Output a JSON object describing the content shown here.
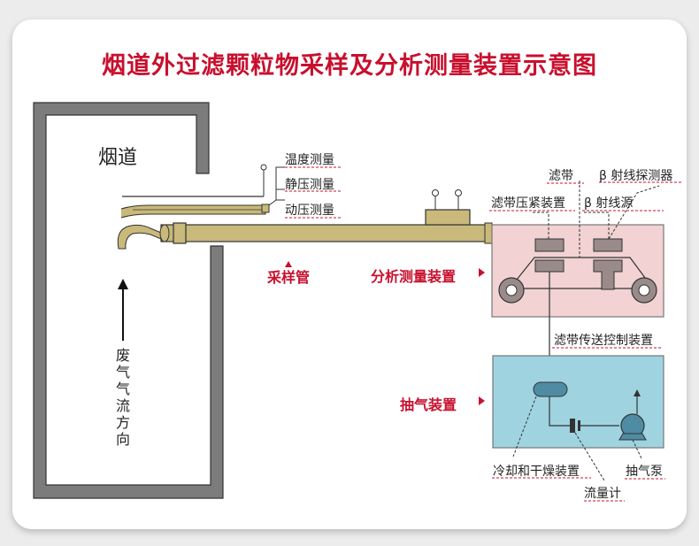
{
  "title": "烟道外过滤颗粒物采样及分析测量装置示意图",
  "flue": {
    "label": "烟道",
    "flow_label": "废气气流方向"
  },
  "probe_labels": {
    "temperature": "温度测量",
    "static_pressure": "静压测量",
    "dynamic_pressure": "动压测量"
  },
  "sampling_tube": {
    "label": "采样管"
  },
  "analysis_unit": {
    "label": "分析测量装置",
    "filter_tape": "滤带",
    "beta_detector": "β 射线探测器",
    "tape_clamp": "滤带压紧装置",
    "beta_source": "β 射线源",
    "tape_transport": "滤带传送控制装置"
  },
  "pump_unit": {
    "label": "抽气装置",
    "cooler_dryer": "冷却和干燥装置",
    "flowmeter": "流量计",
    "pump": "抽气泵"
  },
  "colors": {
    "title": "#c8102e",
    "analysis_box": "#f2d2d2",
    "pump_box": "#9fd3e0",
    "tube": "#c9b97a",
    "flue_wall": "#7c7c7c"
  }
}
